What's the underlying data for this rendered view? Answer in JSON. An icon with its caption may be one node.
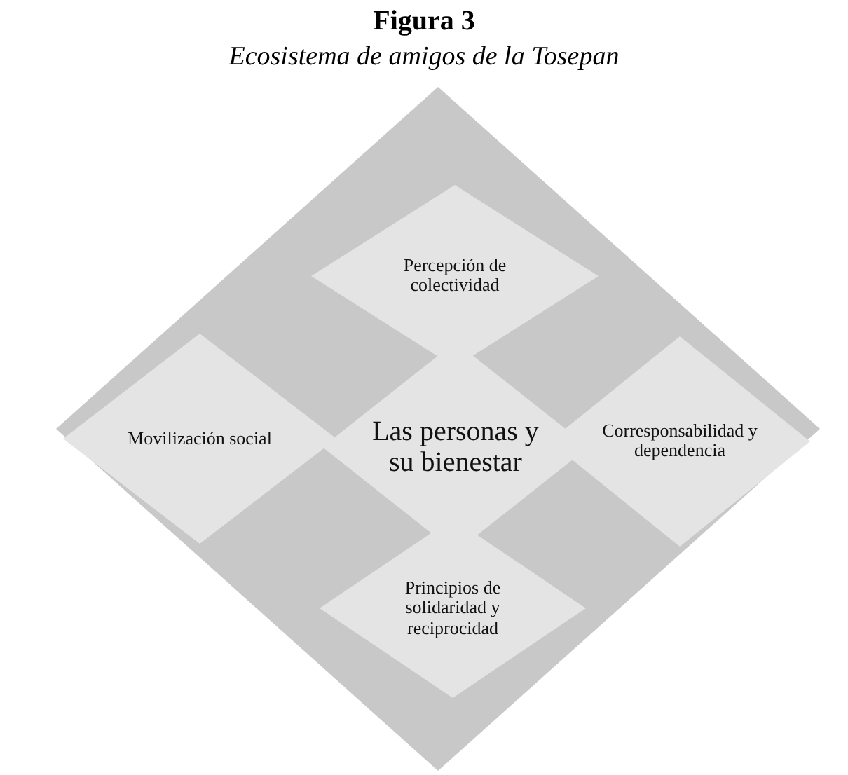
{
  "diagram": {
    "title": "Figura 3",
    "caption": "Ecosistema de amigos de la Tosepan",
    "nodes": [
      {
        "text": [],
        "shape": "diamond"
      },
      {
        "text": [
          "Percepción de colectividad"
        ],
        "in": 0
      },
      {
        "text": [
          "Movilización social"
        ],
        "in": 0
      },
      {
        "text": [
          "Las personas y su bienestar"
        ],
        "in": 0
      },
      {
        "text": [
          "Corresponsabilidad y dependencia"
        ],
        "in": 0
      },
      {
        "text": [
          "Principios de solidaridad y reciprocidad"
        ],
        "in": 0
      }
    ],
    "edges": []
  }
}
